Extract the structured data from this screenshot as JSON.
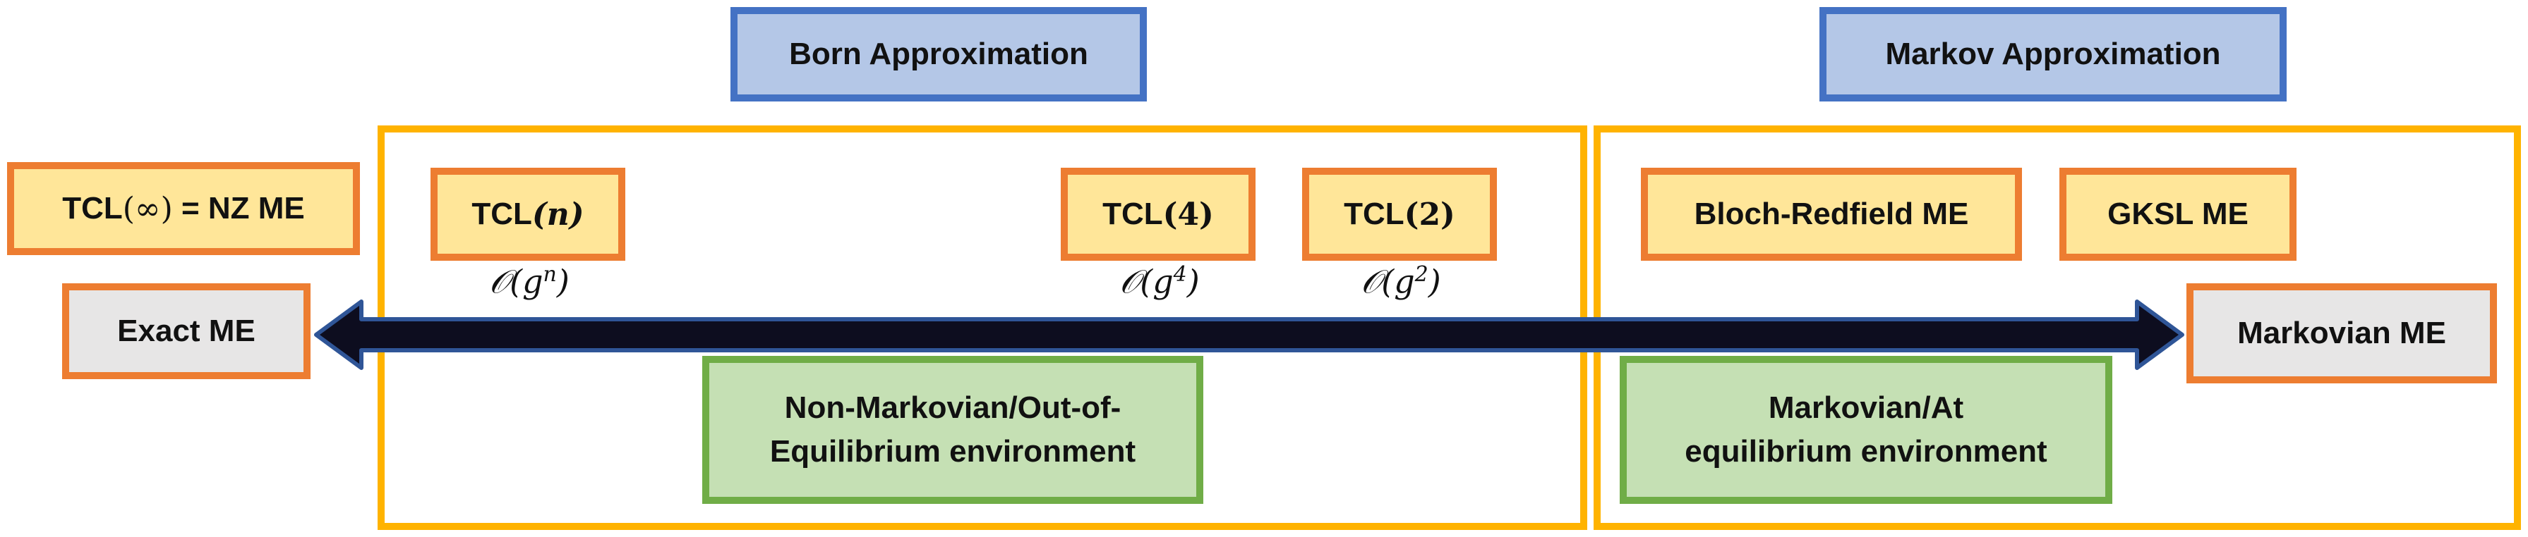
{
  "approximations": {
    "born": "Born Approximation",
    "markov": "Markov Approximation"
  },
  "boxes": {
    "tcl_infinity": {
      "prefix": "TCL",
      "arg": "(∞)",
      "suffix": " = NZ ME"
    },
    "tcl_n": {
      "prefix": "TCL",
      "arg": "(n)"
    },
    "tcl_4": {
      "prefix": "TCL",
      "arg": "(4)"
    },
    "tcl_2": {
      "prefix": "TCL",
      "arg": "(2)"
    },
    "bloch_redfield": "Bloch-Redfield ME",
    "gksl": "GKSL ME",
    "exact": "Exact ME",
    "markovian": "Markovian ME"
  },
  "orders": {
    "n": {
      "base": "𝒪(g",
      "exp": "n",
      "close": ")"
    },
    "four": {
      "base": "𝒪(g",
      "exp": "4",
      "close": ")"
    },
    "two": {
      "base": "𝒪(g",
      "exp": "2",
      "close": ")"
    }
  },
  "environments": {
    "non_markovian": {
      "line1": "Non-Markovian/Out-of-",
      "line2": "Equilibrium environment"
    },
    "markovian": {
      "line1": "Markovian/At",
      "line2": "equilibrium environment"
    }
  },
  "colors": {
    "frame": "#FFB300",
    "blue_fill": "#B4C7E7",
    "blue_border": "#4472C4",
    "yellow_fill": "#FFE699",
    "orange_border": "#ED7D31",
    "gray_fill": "#E7E6E6",
    "green_fill": "#C5E0B4",
    "green_border": "#70AD47",
    "arrow_fill": "#0D0D1F",
    "arrow_outline": "#2F5597"
  }
}
